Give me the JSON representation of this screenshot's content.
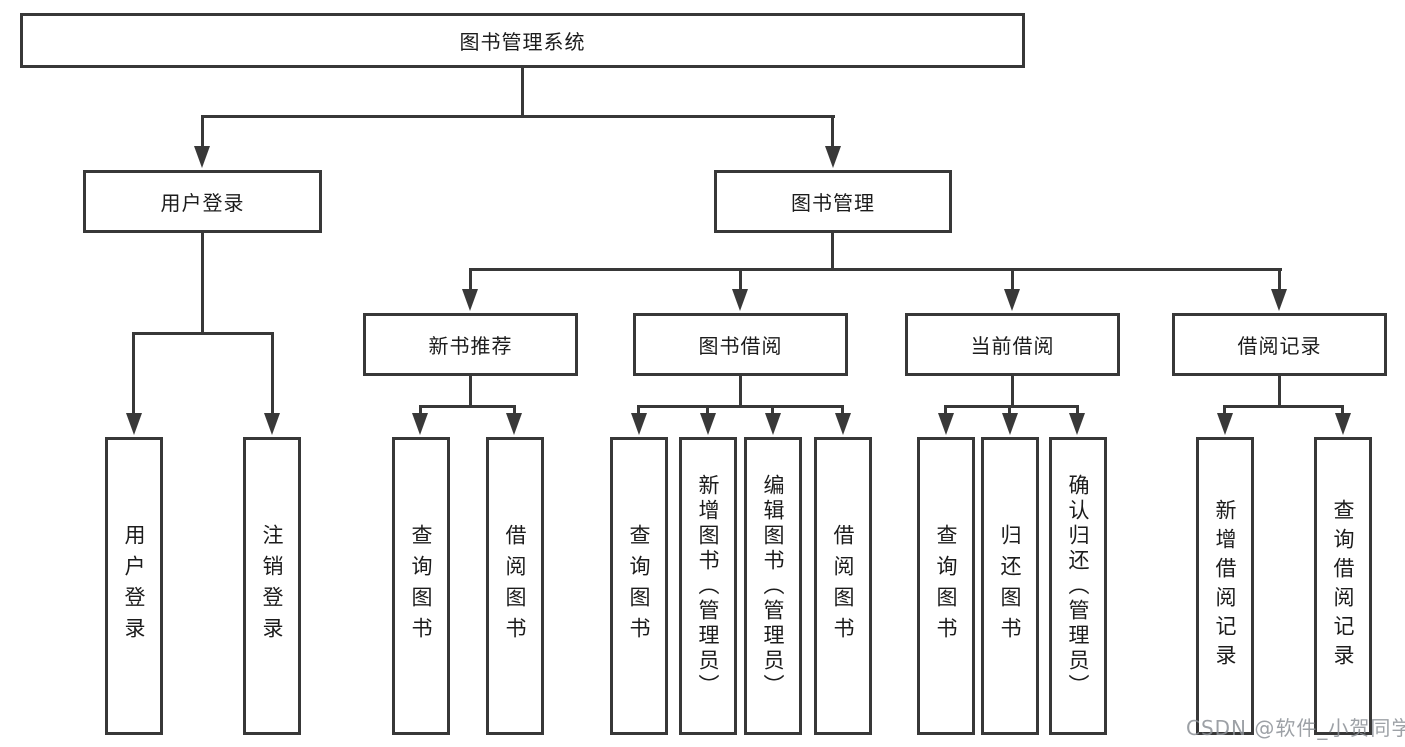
{
  "diagram": {
    "title": "图书管理系统",
    "watermark": "CSDN @软件_小贺同学",
    "colors": {
      "line": "#383838",
      "text": "#1c1c1c",
      "watermark_gray": "#8c9096"
    },
    "root": {
      "label": "图书管理系统"
    },
    "level2": [
      {
        "label": "用户登录"
      },
      {
        "label": "图书管理"
      }
    ],
    "level3": [
      {
        "label": "新书推荐"
      },
      {
        "label": "图书借阅"
      },
      {
        "label": "当前借阅"
      },
      {
        "label": "借阅记录"
      }
    ],
    "leaves": {
      "user_login": [
        {
          "label": "用户登录"
        },
        {
          "label": "注销登录"
        }
      ],
      "new_book_recommend": [
        {
          "label": "查询图书"
        },
        {
          "label": "借阅图书"
        }
      ],
      "book_borrowing": [
        {
          "label": "查询图书"
        },
        {
          "label": "新增图书（管理员）"
        },
        {
          "label": "编辑图书（管理员）"
        },
        {
          "label": "借阅图书"
        }
      ],
      "current_borrowing": [
        {
          "label": "查询图书"
        },
        {
          "label": "归还图书"
        },
        {
          "label": "确认归还（管理员）"
        }
      ],
      "borrow_records": [
        {
          "label": "新增借阅记录"
        },
        {
          "label": "查询借阅记录"
        }
      ]
    }
  }
}
